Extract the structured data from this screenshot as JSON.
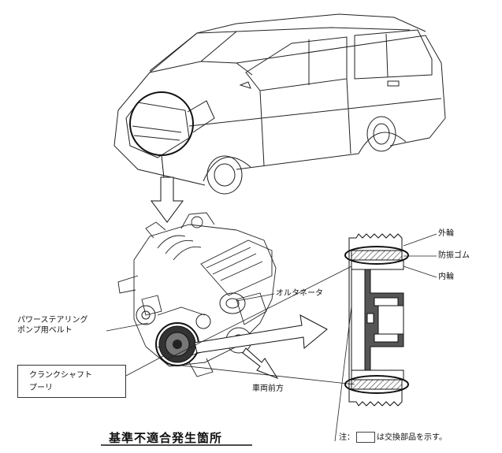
{
  "labels": {
    "outer_ring": "外輪",
    "rubber": "防振ゴム",
    "inner_ring": "内輪",
    "alternator": "オルタネータ",
    "ps_belt_line1": "パワーステアリング",
    "ps_belt_line2": "ポンプ用ベルト",
    "crank_line1": "クランクシャフト",
    "crank_line2": "プーリ",
    "vehicle_front": "車両前方",
    "title": "基準不適合発生箇所",
    "note_prefix": "注：",
    "note_suffix": "は交換部品を示す。"
  },
  "colors": {
    "line": "#222222",
    "hatch": "#555555",
    "dark_fill": "#444444"
  }
}
